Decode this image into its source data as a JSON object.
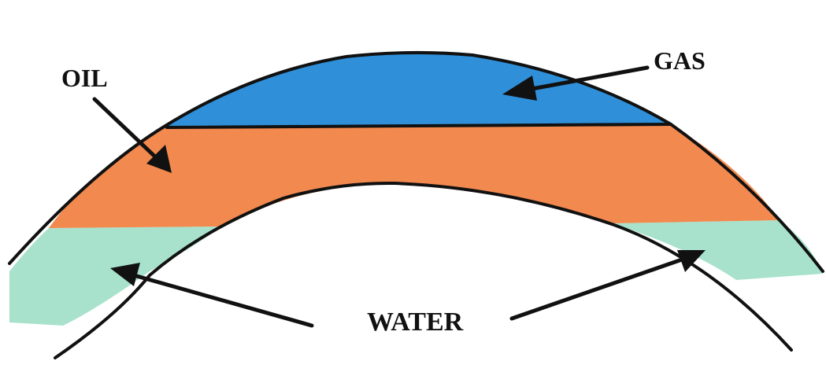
{
  "diagram": {
    "labels": {
      "gas": "GAS",
      "oil": "OIL",
      "water": "WATER"
    },
    "colors": {
      "gas": "#2f8fd8",
      "oil": "#f2894f",
      "water": "#a8e2cc",
      "outline": "#111111",
      "background": "#ffffff"
    }
  }
}
